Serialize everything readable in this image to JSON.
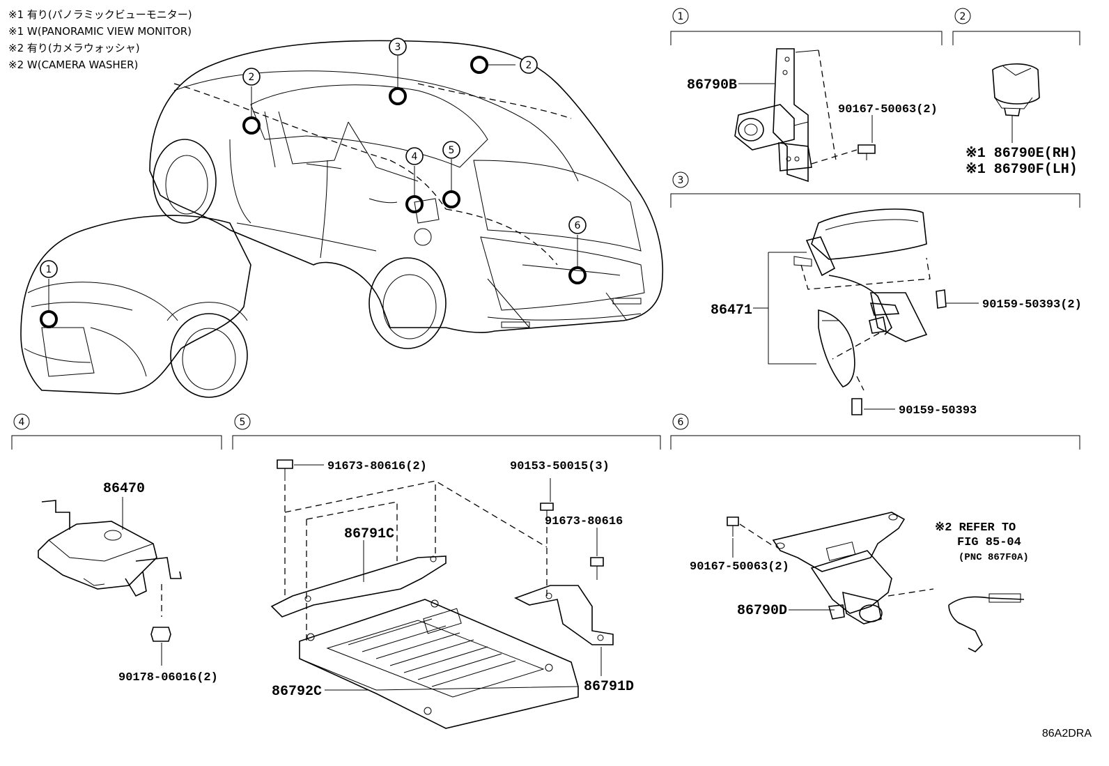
{
  "notes": [
    "※1 有り(パノラミックビューモニター)",
    "※1 W(PANORAMIC VIEW MONITOR)",
    "※2 有り(カメラウォッシャ)",
    "※2 W(CAMERA WASHER)"
  ],
  "callouts": {
    "c1": "1",
    "c2": "2",
    "c3": "3",
    "c4": "4",
    "c5": "5",
    "c6": "6"
  },
  "sections": {
    "s1": {
      "num": "1"
    },
    "s2": {
      "num": "2"
    },
    "s3": {
      "num": "3"
    },
    "s4": {
      "num": "4"
    },
    "s5": {
      "num": "5"
    },
    "s6": {
      "num": "6"
    }
  },
  "parts": {
    "p86790B": "86790B",
    "p90167_a": "90167-50063(2)",
    "p86790E": "※1 86790E(RH)",
    "p86790F": "※1 86790F(LH)",
    "p86471": "86471",
    "p90159_a": "90159-50393(2)",
    "p90159_b": "90159-50393",
    "p86470": "86470",
    "p90178": "90178-06016(2)",
    "p91673_a": "91673-80616(2)",
    "p90153": "90153-50015(3)",
    "p91673_b": "91673-80616",
    "p86791C": "86791C",
    "p86792C": "86792C",
    "p86791D": "86791D",
    "p90167_b": "90167-50063(2)",
    "p86790D": "86790D",
    "refer1": "※2 REFER TO",
    "refer2": "FIG 85-04",
    "refer3": "(PNC 867F0A)"
  },
  "diagram_code": "86A2DRA"
}
